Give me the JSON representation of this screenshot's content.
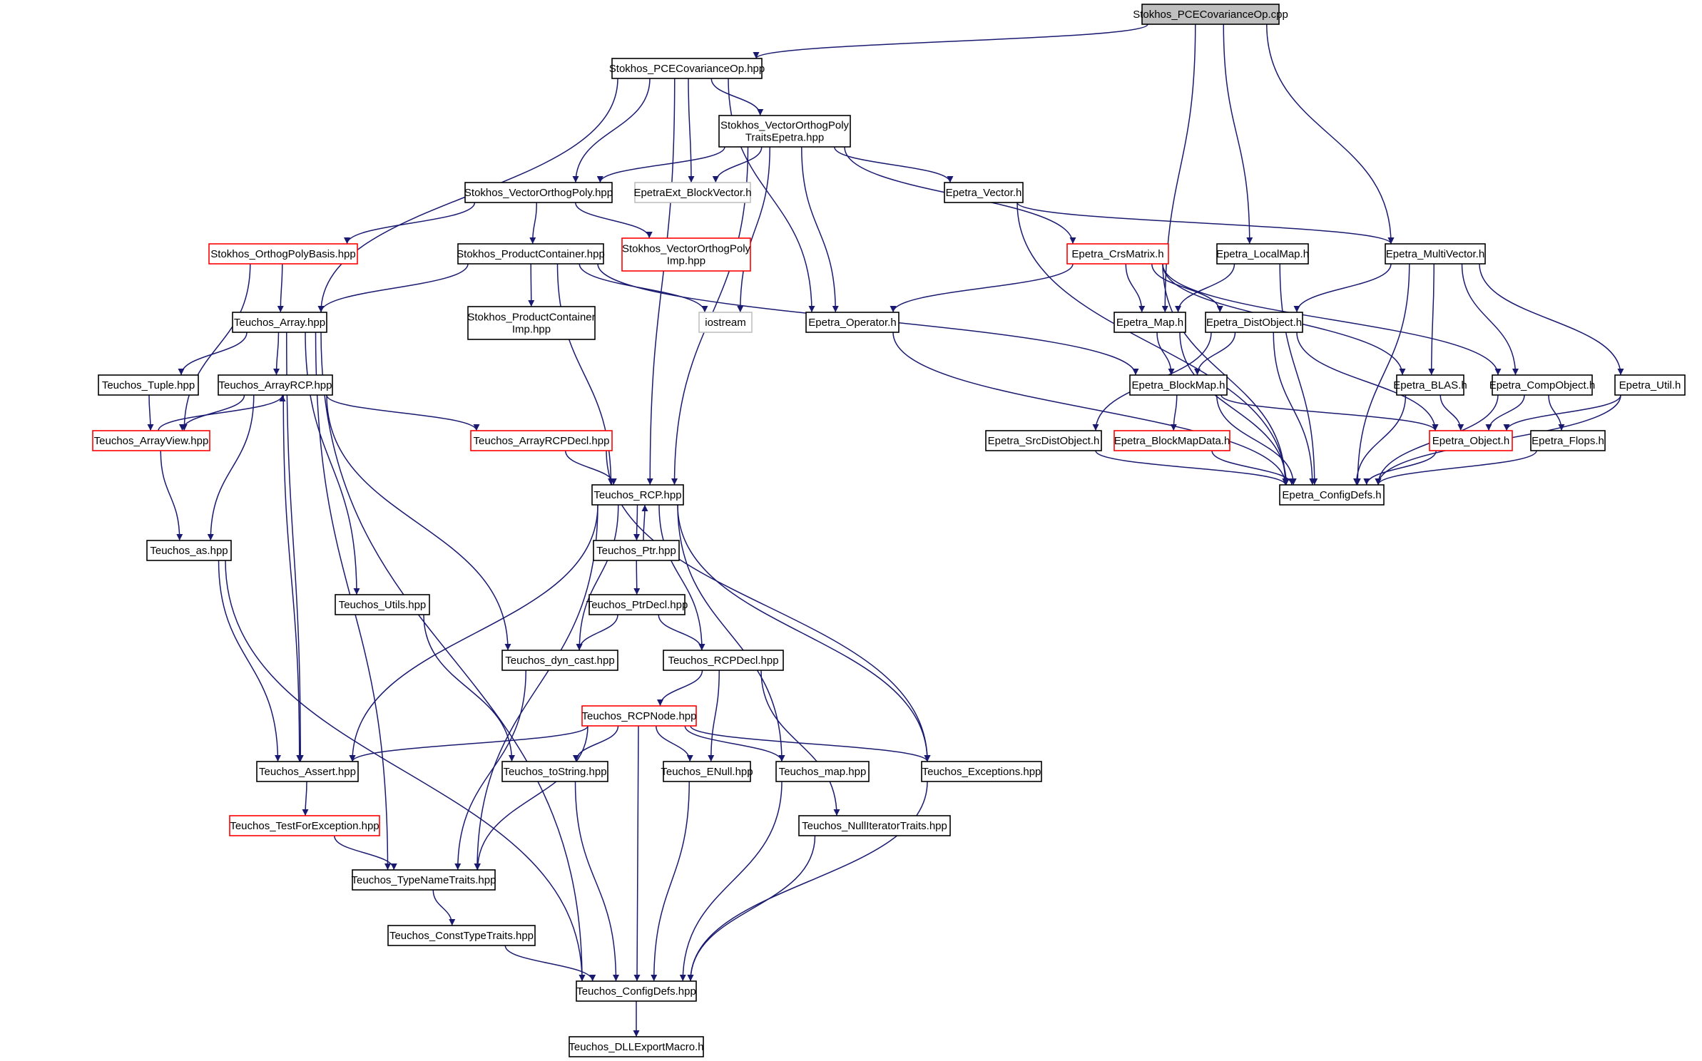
{
  "colors": {
    "edge": "#191970",
    "box_default": "#000000",
    "box_red": "#ff0000",
    "box_gray": "#bfbfbf",
    "root_fill": "#bfbfbf",
    "text": "#000000"
  },
  "nodes": [
    {
      "id": "root",
      "lines": [
        "Stokhos_PCECovarianceOp.cpp"
      ],
      "style": "root"
    },
    {
      "id": "pce_hpp",
      "lines": [
        "Stokhos_PCECovarianceOp.hpp"
      ],
      "style": "default"
    },
    {
      "id": "vop_traits",
      "lines": [
        "Stokhos_VectorOrthogPoly",
        "TraitsEpetra.hpp"
      ],
      "style": "default"
    },
    {
      "id": "vop_hpp",
      "lines": [
        "Stokhos_VectorOrthogPoly.hpp"
      ],
      "style": "default"
    },
    {
      "id": "epetraext_bv",
      "lines": [
        "EpetraExt_BlockVector.h"
      ],
      "style": "gray"
    },
    {
      "id": "epetra_vector",
      "lines": [
        "Epetra_Vector.h"
      ],
      "style": "default"
    },
    {
      "id": "orthopoly",
      "lines": [
        "Stokhos_OrthogPolyBasis.hpp"
      ],
      "style": "red"
    },
    {
      "id": "product_container",
      "lines": [
        "Stokhos_ProductContainer.hpp"
      ],
      "style": "default"
    },
    {
      "id": "vop_imp",
      "lines": [
        "Stokhos_VectorOrthogPoly",
        "Imp.hpp"
      ],
      "style": "red"
    },
    {
      "id": "crs_matrix",
      "lines": [
        "Epetra_CrsMatrix.h"
      ],
      "style": "red"
    },
    {
      "id": "local_map",
      "lines": [
        "Epetra_LocalMap.h"
      ],
      "style": "default"
    },
    {
      "id": "multivector",
      "lines": [
        "Epetra_MultiVector.h"
      ],
      "style": "default"
    },
    {
      "id": "t_array",
      "lines": [
        "Teuchos_Array.hpp"
      ],
      "style": "default"
    },
    {
      "id": "pc_imp",
      "lines": [
        "Stokhos_ProductContainer",
        "Imp.hpp"
      ],
      "style": "default"
    },
    {
      "id": "iostream",
      "lines": [
        "iostream"
      ],
      "style": "gray"
    },
    {
      "id": "e_operator",
      "lines": [
        "Epetra_Operator.h"
      ],
      "style": "default"
    },
    {
      "id": "e_map",
      "lines": [
        "Epetra_Map.h"
      ],
      "style": "default"
    },
    {
      "id": "e_distobject",
      "lines": [
        "Epetra_DistObject.h"
      ],
      "style": "default"
    },
    {
      "id": "t_tuple",
      "lines": [
        "Teuchos_Tuple.hpp"
      ],
      "style": "default"
    },
    {
      "id": "t_arrayrcp",
      "lines": [
        "Teuchos_ArrayRCP.hpp"
      ],
      "style": "default"
    },
    {
      "id": "e_blockmap",
      "lines": [
        "Epetra_BlockMap.h"
      ],
      "style": "default"
    },
    {
      "id": "e_blas",
      "lines": [
        "Epetra_BLAS.h"
      ],
      "style": "default"
    },
    {
      "id": "e_compobject",
      "lines": [
        "Epetra_CompObject.h"
      ],
      "style": "default"
    },
    {
      "id": "e_util",
      "lines": [
        "Epetra_Util.h"
      ],
      "style": "default"
    },
    {
      "id": "t_arrayview",
      "lines": [
        "Teuchos_ArrayView.hpp"
      ],
      "style": "red"
    },
    {
      "id": "t_arrayrcpdecl",
      "lines": [
        "Teuchos_ArrayRCPDecl.hpp"
      ],
      "style": "red"
    },
    {
      "id": "e_srcdist",
      "lines": [
        "Epetra_SrcDistObject.h"
      ],
      "style": "default"
    },
    {
      "id": "e_blockmapdata",
      "lines": [
        "Epetra_BlockMapData.h"
      ],
      "style": "red"
    },
    {
      "id": "e_object",
      "lines": [
        "Epetra_Object.h"
      ],
      "style": "red"
    },
    {
      "id": "e_flops",
      "lines": [
        "Epetra_Flops.h"
      ],
      "style": "default"
    },
    {
      "id": "t_rcp",
      "lines": [
        "Teuchos_RCP.hpp"
      ],
      "style": "default"
    },
    {
      "id": "e_configdefs",
      "lines": [
        "Epetra_ConfigDefs.h"
      ],
      "style": "default"
    },
    {
      "id": "t_as",
      "lines": [
        "Teuchos_as.hpp"
      ],
      "style": "default"
    },
    {
      "id": "t_ptr",
      "lines": [
        "Teuchos_Ptr.hpp"
      ],
      "style": "default"
    },
    {
      "id": "t_utils",
      "lines": [
        "Teuchos_Utils.hpp"
      ],
      "style": "default"
    },
    {
      "id": "t_ptrdecl",
      "lines": [
        "Teuchos_PtrDecl.hpp"
      ],
      "style": "default"
    },
    {
      "id": "t_dyncast",
      "lines": [
        "Teuchos_dyn_cast.hpp"
      ],
      "style": "default"
    },
    {
      "id": "t_rcpdecl",
      "lines": [
        "Teuchos_RCPDecl.hpp"
      ],
      "style": "default"
    },
    {
      "id": "t_rcpnode",
      "lines": [
        "Teuchos_RCPNode.hpp"
      ],
      "style": "red"
    },
    {
      "id": "t_assert",
      "lines": [
        "Teuchos_Assert.hpp"
      ],
      "style": "default"
    },
    {
      "id": "t_tostring",
      "lines": [
        "Teuchos_toString.hpp"
      ],
      "style": "default"
    },
    {
      "id": "t_enull",
      "lines": [
        "Teuchos_ENull.hpp"
      ],
      "style": "default"
    },
    {
      "id": "t_map",
      "lines": [
        "Teuchos_map.hpp"
      ],
      "style": "default"
    },
    {
      "id": "t_exceptions",
      "lines": [
        "Teuchos_Exceptions.hpp"
      ],
      "style": "default"
    },
    {
      "id": "t_testforexc",
      "lines": [
        "Teuchos_TestForException.hpp"
      ],
      "style": "red"
    },
    {
      "id": "t_nulliter",
      "lines": [
        "Teuchos_NullIteratorTraits.hpp"
      ],
      "style": "default"
    },
    {
      "id": "t_typename",
      "lines": [
        "Teuchos_TypeNameTraits.hpp"
      ],
      "style": "default"
    },
    {
      "id": "t_consttype",
      "lines": [
        "Teuchos_ConstTypeTraits.hpp"
      ],
      "style": "default"
    },
    {
      "id": "t_configdefs",
      "lines": [
        "Teuchos_ConfigDefs.hpp"
      ],
      "style": "default"
    },
    {
      "id": "t_dllexport",
      "lines": [
        "Teuchos_DLLExportMacro.h"
      ],
      "style": "default"
    }
  ],
  "edges": [
    [
      "root",
      "pce_hpp"
    ],
    [
      "root",
      "e_map"
    ],
    [
      "root",
      "local_map"
    ],
    [
      "root",
      "multivector"
    ],
    [
      "pce_hpp",
      "t_array"
    ],
    [
      "pce_hpp",
      "t_rcp"
    ],
    [
      "pce_hpp",
      "vop_hpp"
    ],
    [
      "pce_hpp",
      "epetraext_bv"
    ],
    [
      "pce_hpp",
      "vop_traits"
    ],
    [
      "pce_hpp",
      "e_operator"
    ],
    [
      "vop_traits",
      "vop_hpp"
    ],
    [
      "vop_traits",
      "epetraext_bv"
    ],
    [
      "vop_traits",
      "iostream"
    ],
    [
      "vop_traits",
      "t_rcp"
    ],
    [
      "vop_traits",
      "e_operator"
    ],
    [
      "vop_traits",
      "epetra_vector"
    ],
    [
      "vop_traits",
      "crs_matrix"
    ],
    [
      "vop_hpp",
      "orthopoly"
    ],
    [
      "vop_hpp",
      "product_container"
    ],
    [
      "vop_hpp",
      "vop_imp"
    ],
    [
      "epetra_vector",
      "multivector"
    ],
    [
      "epetra_vector",
      "e_configdefs"
    ],
    [
      "orthopoly",
      "t_array"
    ],
    [
      "orthopoly",
      "t_arrayview"
    ],
    [
      "product_container",
      "t_array"
    ],
    [
      "product_container",
      "pc_imp"
    ],
    [
      "product_container",
      "iostream"
    ],
    [
      "product_container",
      "t_rcp"
    ],
    [
      "product_container",
      "e_blockmap"
    ],
    [
      "crs_matrix",
      "e_operator"
    ],
    [
      "crs_matrix",
      "e_map"
    ],
    [
      "crs_matrix",
      "e_distobject"
    ],
    [
      "crs_matrix",
      "e_blas"
    ],
    [
      "crs_matrix",
      "e_compobject"
    ],
    [
      "crs_matrix",
      "e_configdefs"
    ],
    [
      "local_map",
      "e_map"
    ],
    [
      "local_map",
      "e_configdefs"
    ],
    [
      "multivector",
      "e_distobject"
    ],
    [
      "multivector",
      "e_blas"
    ],
    [
      "multivector",
      "e_compobject"
    ],
    [
      "multivector",
      "e_util"
    ],
    [
      "multivector",
      "e_configdefs"
    ],
    [
      "t_array",
      "t_tuple"
    ],
    [
      "t_array",
      "t_arrayrcp"
    ],
    [
      "t_array",
      "t_assert"
    ],
    [
      "t_array",
      "t_utils"
    ],
    [
      "t_array",
      "t_typename"
    ],
    [
      "t_array",
      "t_configdefs"
    ],
    [
      "e_operator",
      "e_configdefs"
    ],
    [
      "e_map",
      "e_blockmap"
    ],
    [
      "e_map",
      "e_configdefs"
    ],
    [
      "e_distobject",
      "e_blockmap"
    ],
    [
      "e_distobject",
      "e_srcdist"
    ],
    [
      "e_distobject",
      "e_object"
    ],
    [
      "e_distobject",
      "e_configdefs"
    ],
    [
      "t_tuple",
      "t_arrayview"
    ],
    [
      "t_arrayrcp",
      "t_arrayview"
    ],
    [
      "t_arrayrcp",
      "t_arrayrcpdecl"
    ],
    [
      "t_arrayrcp",
      "t_as"
    ],
    [
      "t_arrayrcp",
      "t_assert"
    ],
    [
      "t_arrayrcp",
      "t_dyncast"
    ],
    [
      "e_blockmap",
      "e_blockmapdata"
    ],
    [
      "e_blockmap",
      "e_object"
    ],
    [
      "e_blockmap",
      "e_configdefs"
    ],
    [
      "e_blas",
      "e_object"
    ],
    [
      "e_blas",
      "e_configdefs"
    ],
    [
      "e_compobject",
      "e_object"
    ],
    [
      "e_compobject",
      "e_flops"
    ],
    [
      "e_compobject",
      "e_configdefs"
    ],
    [
      "e_util",
      "e_object"
    ],
    [
      "e_util",
      "e_configdefs"
    ],
    [
      "t_arrayview",
      "t_arrayrcp"
    ],
    [
      "t_arrayview",
      "t_as"
    ],
    [
      "t_arrayrcpdecl",
      "t_rcp"
    ],
    [
      "t_arrayrcpdecl",
      "t_exceptions"
    ],
    [
      "e_srcdist",
      "e_configdefs"
    ],
    [
      "e_blockmapdata",
      "e_configdefs"
    ],
    [
      "e_object",
      "e_configdefs"
    ],
    [
      "e_flops",
      "e_configdefs"
    ],
    [
      "t_rcp",
      "t_ptr"
    ],
    [
      "t_rcp",
      "t_dyncast"
    ],
    [
      "t_rcp",
      "t_rcpdecl"
    ],
    [
      "t_rcp",
      "t_assert"
    ],
    [
      "t_rcp",
      "t_typename"
    ],
    [
      "t_rcp",
      "t_map"
    ],
    [
      "t_rcp",
      "t_exceptions"
    ],
    [
      "t_ptr",
      "t_rcp"
    ],
    [
      "t_ptr",
      "t_ptrdecl"
    ],
    [
      "t_as",
      "t_assert"
    ],
    [
      "t_as",
      "t_configdefs"
    ],
    [
      "t_utils",
      "t_tostring"
    ],
    [
      "t_ptrdecl",
      "t_dyncast"
    ],
    [
      "t_ptrdecl",
      "t_rcpdecl"
    ],
    [
      "t_dyncast",
      "t_typename"
    ],
    [
      "t_rcpdecl",
      "t_rcpnode"
    ],
    [
      "t_rcpdecl",
      "t_enull"
    ],
    [
      "t_rcpdecl",
      "t_nulliter"
    ],
    [
      "t_rcpnode",
      "t_assert"
    ],
    [
      "t_rcpnode",
      "t_typename"
    ],
    [
      "t_rcpnode",
      "t_tostring"
    ],
    [
      "t_rcpnode",
      "t_enull"
    ],
    [
      "t_rcpnode",
      "t_map"
    ],
    [
      "t_rcpnode",
      "t_exceptions"
    ],
    [
      "t_rcpnode",
      "t_configdefs"
    ],
    [
      "t_assert",
      "t_testforexc"
    ],
    [
      "t_testforexc",
      "t_typename"
    ],
    [
      "t_tostring",
      "t_configdefs"
    ],
    [
      "t_enull",
      "t_configdefs"
    ],
    [
      "t_map",
      "t_configdefs"
    ],
    [
      "t_exceptions",
      "t_configdefs"
    ],
    [
      "t_nulliter",
      "t_configdefs"
    ],
    [
      "t_typename",
      "t_consttype"
    ],
    [
      "t_consttype",
      "t_configdefs"
    ],
    [
      "t_configdefs",
      "t_dllexport"
    ]
  ]
}
